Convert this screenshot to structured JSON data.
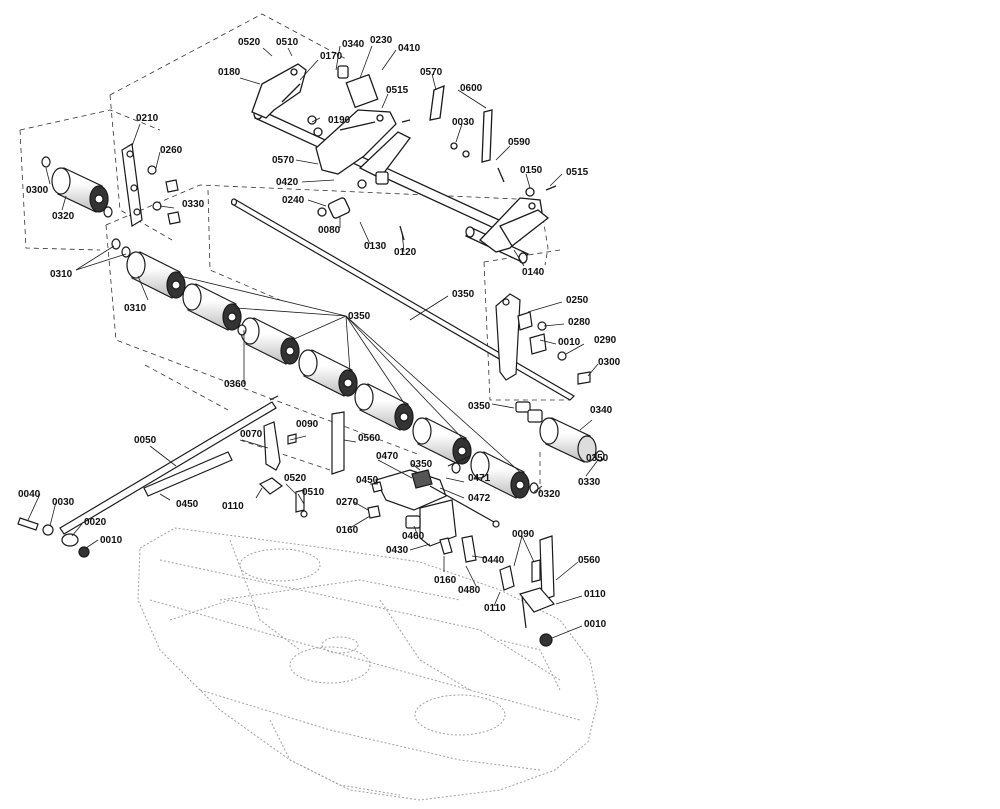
{
  "colors": {
    "line": "#1a1a1a",
    "ghost": "#9a9a9a",
    "background": "#ffffff"
  },
  "callouts": [
    "0520",
    "0510",
    "0340",
    "0230",
    "0410",
    "0170",
    "0180",
    "0190",
    "0570",
    "0600",
    "0515",
    "0030",
    "0590",
    "0570",
    "0420",
    "0150",
    "0515",
    "0240",
    "0080",
    "0130",
    "0120",
    "0140",
    "0210",
    "0260",
    "0300",
    "0320",
    "0330",
    "0310",
    "0350",
    "0250",
    "0280",
    "0010",
    "0290",
    "0300",
    "0310",
    "0350",
    "0360",
    "0350",
    "0340",
    "0330",
    "0320",
    "0050",
    "0070",
    "0090",
    "0560",
    "0470",
    "0350",
    "0471",
    "0472",
    "0450",
    "0270",
    "0520",
    "0510",
    "0110",
    "0040",
    "0030",
    "0020",
    "0010",
    "0450",
    "0160",
    "0460",
    "0430",
    "0160",
    "0480",
    "0440",
    "0090",
    "0110",
    "0560",
    "0110",
    "0010",
    "0350"
  ]
}
